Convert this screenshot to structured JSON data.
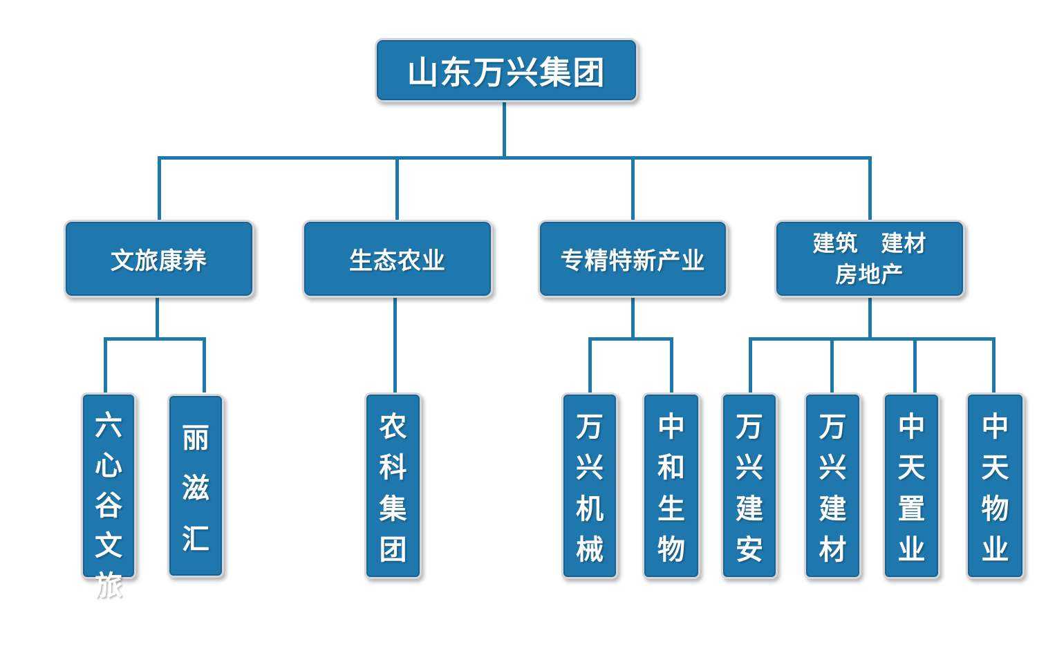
{
  "colors": {
    "box_fill": "#1f78ad",
    "line": "#1d79ad",
    "box_text": "#ffffff",
    "box_border": "#d6d6d8",
    "background": "#ffffff"
  },
  "root": {
    "label": "山东万兴集团"
  },
  "branches": [
    {
      "label": "文旅康养",
      "children": [
        "六心谷文旅",
        "丽滋汇"
      ]
    },
    {
      "label": "生态农业",
      "children": [
        "农科集团"
      ]
    },
    {
      "label": "专精特新产业",
      "children": [
        "万兴机械",
        "中和生物"
      ]
    },
    {
      "label_line1": "建筑　建材",
      "label_line2": "房地产",
      "children": [
        "万兴建安",
        "万兴建材",
        "中天置业",
        "中天物业"
      ]
    }
  ]
}
